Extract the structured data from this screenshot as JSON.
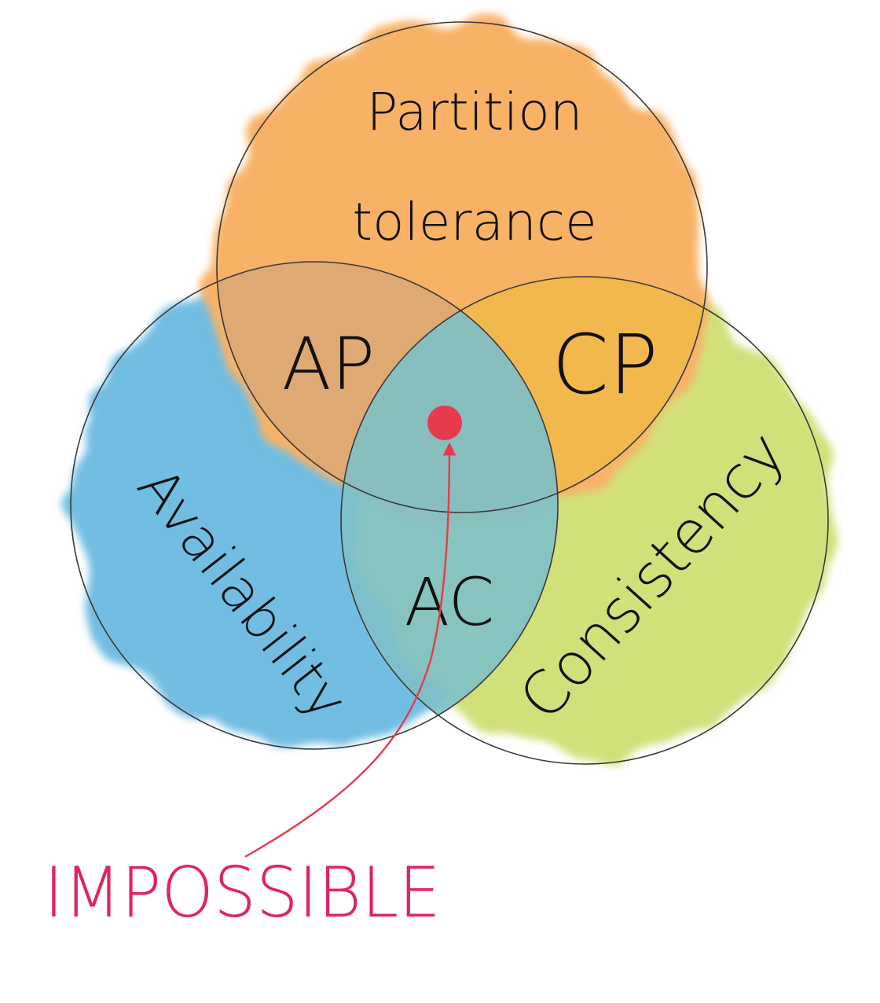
{
  "sets": {
    "partition": {
      "line1": "Partition",
      "line2": "tolerance",
      "color": "#f8b266"
    },
    "availability": {
      "label": "Availability",
      "color": "#72bde2"
    },
    "consistency": {
      "label": "Consistency",
      "color": "#d2e07a"
    }
  },
  "intersections": {
    "ap": {
      "label": "AP",
      "color": "#d9a774"
    },
    "cp": {
      "label": "CP",
      "color": "#f1b94a"
    },
    "ac": {
      "label": "AC",
      "color": "#7ec0c6"
    },
    "center": {
      "color": "#dba876"
    }
  },
  "annotation": {
    "text": "IMPOSSIBLE",
    "color": "#e0245e",
    "marker_color": "#e8394d"
  }
}
